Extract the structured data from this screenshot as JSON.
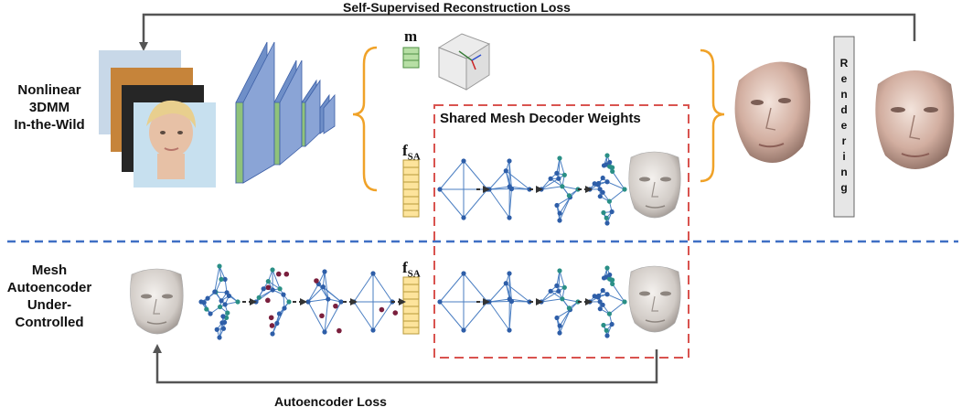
{
  "labels": {
    "top_loss": "Self-Supervised Reconstruction Loss",
    "bottom_loss": "Autoencoder Loss",
    "shared_title": "Shared Mesh Decoder Weights",
    "top_side": [
      "Nonlinear",
      "3DMM",
      "In-the-Wild"
    ],
    "bottom_side": [
      "Mesh",
      "Autoencoder",
      "Under-",
      "Controlled"
    ],
    "m_vector": "m",
    "f_symbol": "f",
    "f_subscript": "SA",
    "rendering_letters": [
      "R",
      "e",
      "n",
      "d",
      "e",
      "r",
      "i",
      "n",
      "g"
    ]
  },
  "colors": {
    "mesh_edge": "#4a7ec2",
    "mesh_node": "#2e5ea8",
    "mesh_node_teal": "#2a8f86",
    "removed_node": "#7a1f3d",
    "brace": "#f0a228",
    "shared_box": "#d9534f",
    "divider": "#3f6fc4",
    "latent_yellow": "#fde49c",
    "latent_green": "#b7dfa5",
    "cnn_blue": "#8aa4d6",
    "cnn_green": "#8fc27a",
    "skin": "#d9b9aa",
    "arrow": "#555555"
  },
  "icons": [
    "input-photo-stack",
    "cnn-encoder",
    "pose-cube-icon",
    "face-mesh-render"
  ]
}
